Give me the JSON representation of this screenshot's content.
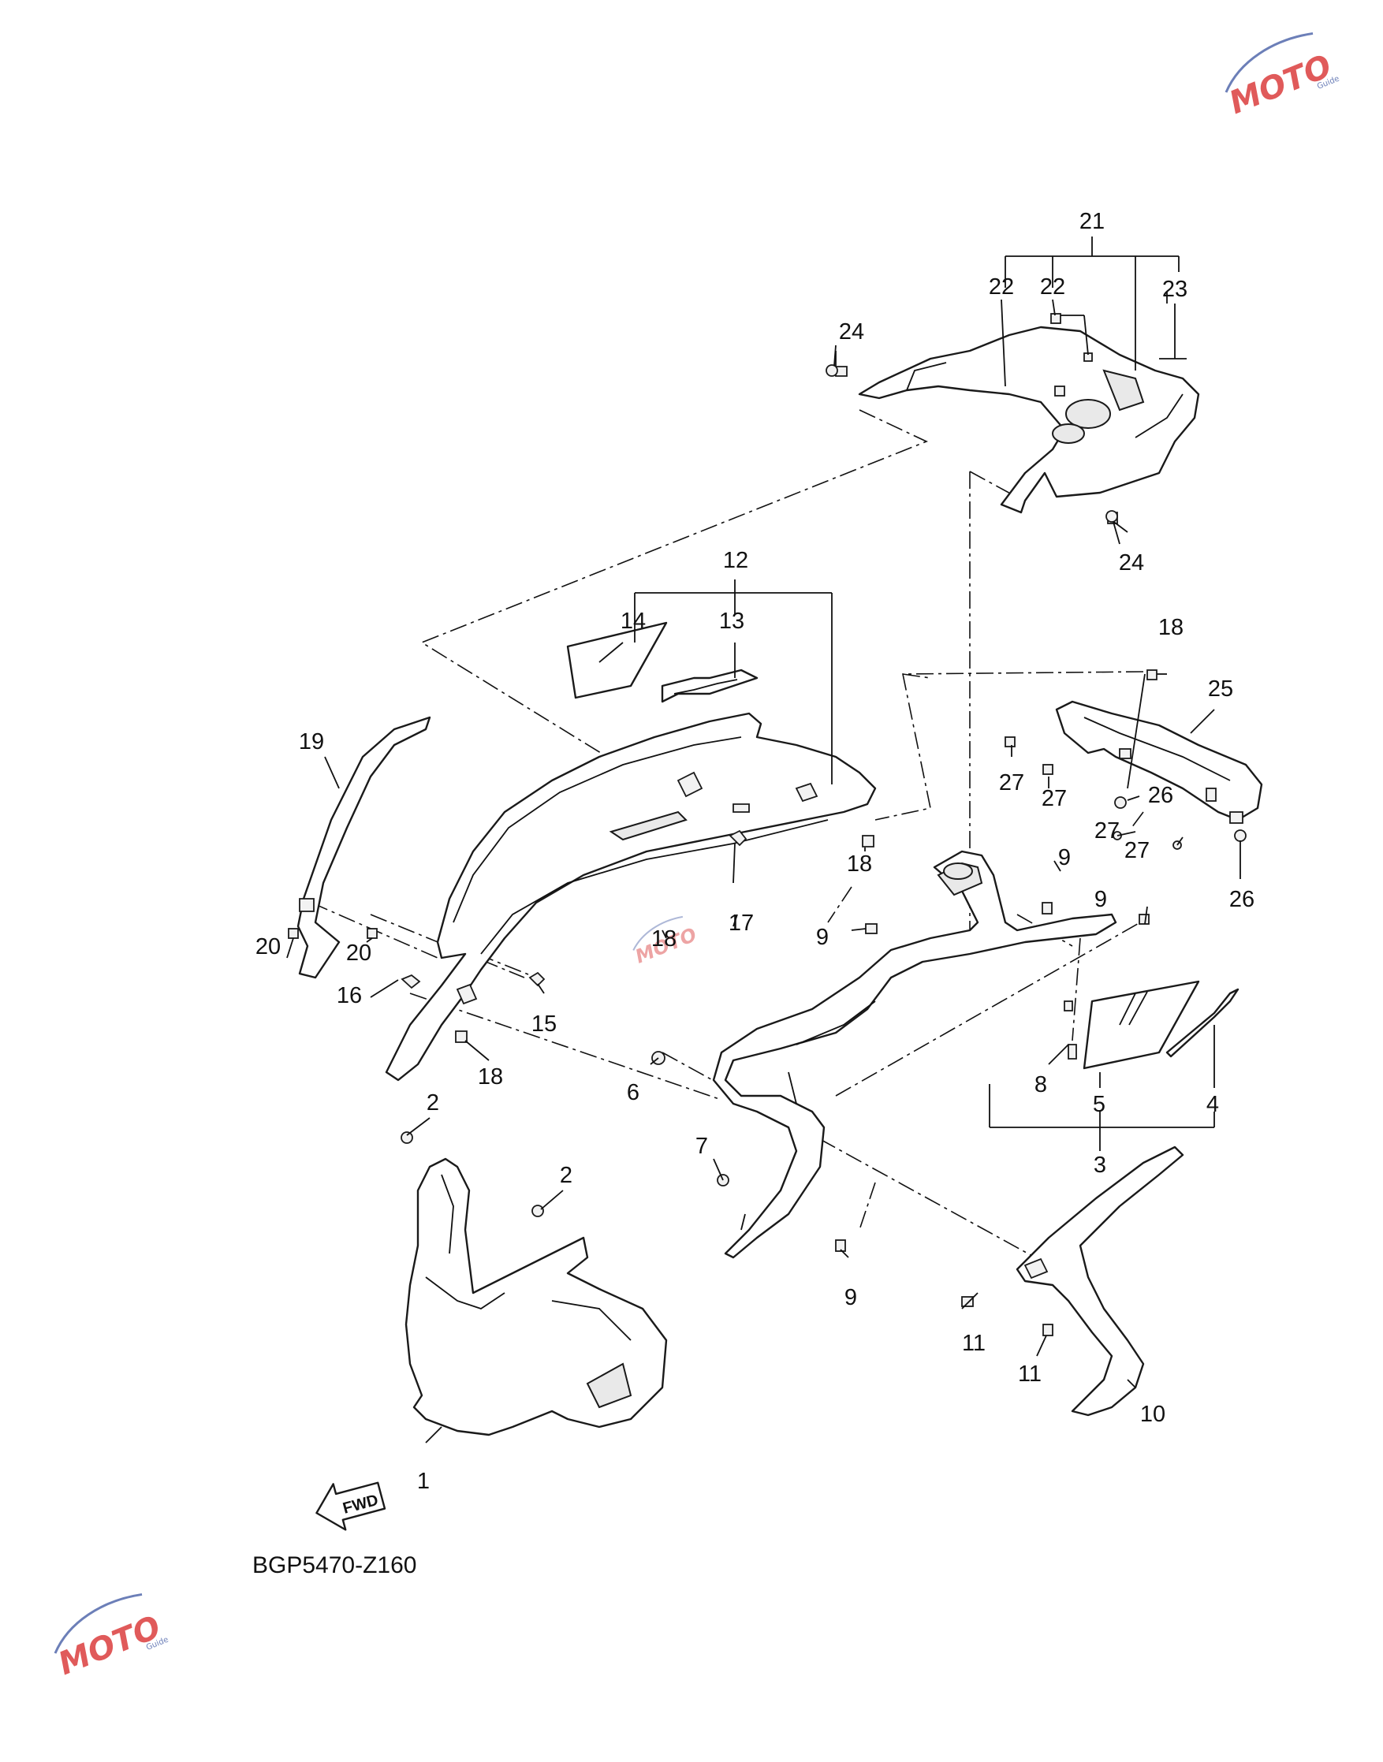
{
  "diagram": {
    "code": "BGP5470-Z160",
    "fwd_label": "FWD",
    "labels": {
      "l1": "1",
      "l2a": "2",
      "l2b": "2",
      "l3": "3",
      "l4": "4",
      "l5": "5",
      "l6": "6",
      "l7": "7",
      "l8": "8",
      "l9a": "9",
      "l9b": "9",
      "l9c": "9",
      "l9d": "9",
      "l10": "10",
      "l11a": "11",
      "l11b": "11",
      "l12": "12",
      "l13": "13",
      "l14": "14",
      "l15": "15",
      "l16": "16",
      "l17": "17",
      "l18a": "18",
      "l18b": "18",
      "l18c": "18",
      "l18d": "18",
      "l19": "19",
      "l20a": "20",
      "l20b": "20",
      "l21": "21",
      "l22a": "22",
      "l22b": "22",
      "l23": "23",
      "l24a": "24",
      "l24b": "24",
      "l25": "25",
      "l26a": "26",
      "l26b": "26",
      "l27a": "27",
      "l27b": "27",
      "l27c": "27",
      "l27d": "27"
    }
  },
  "watermark": {
    "brand": "MOTO",
    "sub": "Guide",
    "color": "#e05a5a",
    "accent": "#6c7fb8"
  }
}
